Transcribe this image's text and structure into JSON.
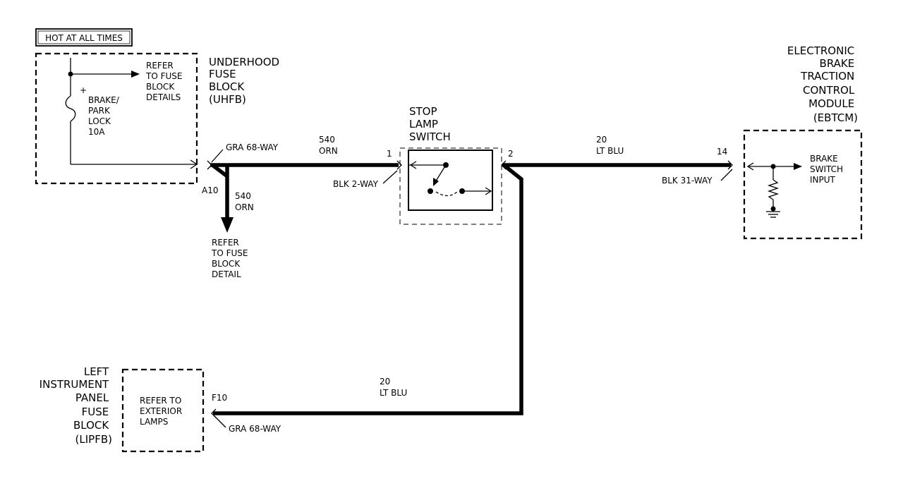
{
  "hot_label": "HOT AT ALL TIMES",
  "uhfb": {
    "name_lines": [
      "UNDERHOOD",
      "FUSE",
      "BLOCK",
      "(UHFB)"
    ],
    "refer_lines": [
      "REFER",
      "TO FUSE",
      "BLOCK",
      "DETAILS"
    ],
    "fuse_lines": [
      "BRAKE/",
      "PARK",
      "LOCK",
      "10A"
    ],
    "plus": "+",
    "connector": "GRA 68-WAY",
    "pin": "A10"
  },
  "wire_540_top": {
    "circuit": "540",
    "color": "ORN"
  },
  "wire_540_down": {
    "circuit": "540",
    "color": "ORN"
  },
  "refer_fuse_block_detail": [
    "REFER",
    "TO FUSE",
    "BLOCK",
    "DETAIL"
  ],
  "switch": {
    "name_lines": [
      "STOP",
      "LAMP",
      "SWITCH"
    ],
    "pin1": "1",
    "pin2": "2",
    "connector": "BLK 2-WAY"
  },
  "wire_20_top": {
    "circuit": "20",
    "color": "LT BLU"
  },
  "wire_20_bottom": {
    "circuit": "20",
    "color": "LT BLU"
  },
  "ebtcm": {
    "name_lines": [
      "ELECTRONIC",
      "BRAKE",
      "TRACTION",
      "CONTROL",
      "MODULE",
      "(EBTCM)"
    ],
    "input_lines": [
      "BRAKE",
      "SWITCH",
      "INPUT"
    ],
    "pin": "14",
    "connector": "BLK 31-WAY"
  },
  "lipfb": {
    "name_lines": [
      "LEFT",
      "INSTRUMENT",
      "PANEL",
      "FUSE",
      "BLOCK",
      "(LIPFB)"
    ],
    "refer_lines": [
      "REFER TO",
      "EXTERIOR",
      "LAMPS"
    ],
    "pin": "F10",
    "connector": "GRA 68-WAY"
  }
}
